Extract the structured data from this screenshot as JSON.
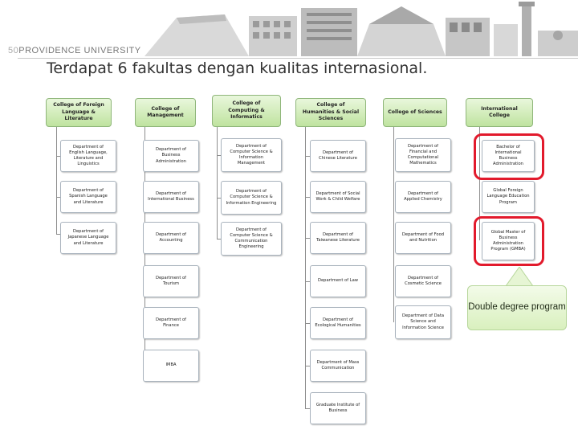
{
  "header": {
    "brand_number": "50",
    "brand_name": "PROVIDENCE UNIVERSITY"
  },
  "slide_title": "Terdapat 6 fakultas dengan kualitas internasional.",
  "colleges": [
    {
      "name": "College of Foreign Language & Literature",
      "departments": [
        "Department of English Language, Literature and Linguistics",
        "Department of Spanish Language and Literature",
        "Department of Japanese Language and Literature"
      ]
    },
    {
      "name": "College of Management",
      "departments": [
        "Department of Business Administration",
        "Department of International Business",
        "Department of Accounting",
        "Department of Tourism",
        "Department of Finance",
        "IMBA"
      ]
    },
    {
      "name": "College of Computing & Informatics",
      "departments": [
        "Department of Computer Science & Information Management",
        "Department of Computer Science & Information Engineering",
        "Department of Computer Science & Communication Engineering"
      ]
    },
    {
      "name": "College of Humanities & Social Sciences",
      "departments": [
        "Department of Chinese Literature",
        "Department of Social Work & Child Welfare",
        "Department of Taiwanese Literature",
        "Department of Law",
        "Department of Ecological Humanities",
        "Department of Mass Communication",
        "Graduate Institute of Business"
      ]
    },
    {
      "name": "College of Sciences",
      "departments": [
        "Department of Financial and Computational Mathematics",
        "Department of Applied Chemistry",
        "Department of Food and Nutrition",
        "Department of Cosmetic Science",
        "Department of Data Science and Information Science"
      ]
    },
    {
      "name": "International College",
      "departments": [
        "Bachelor of International Business Administration",
        "Global Foreign Language Education Program",
        "Global Master of Business Administration Program (GMBA)"
      ]
    }
  ],
  "callout": {
    "text": "Double degree program",
    "highlighted_programs": [
      "Bachelor of International Business Administration",
      "Global Master of Business Administration Program (GMBA)"
    ]
  },
  "colors": {
    "header_fill_top": "#e9f7dc",
    "header_fill_bottom": "#bfe39f",
    "highlight": "#e21a2c",
    "callout_fill": "#d9f0be"
  }
}
